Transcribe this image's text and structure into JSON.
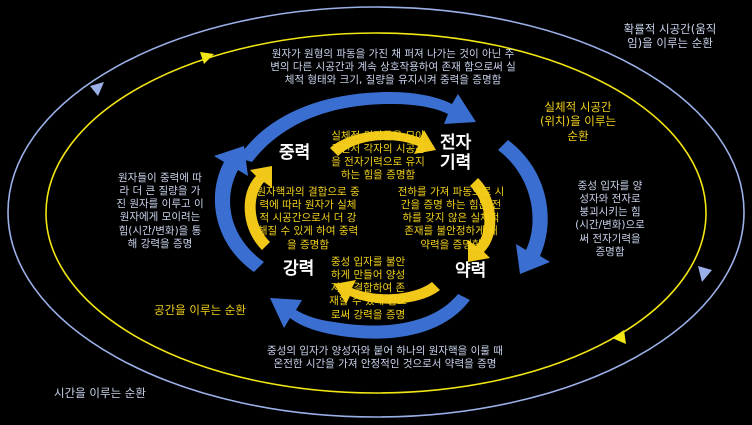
{
  "colors": {
    "background": "#000000",
    "outer_ellipse": "#9bb0e8",
    "inner_ellipse": "#f2e614",
    "arrow_blue": "#3a6fd1",
    "arrow_yellow": "#f2c818",
    "text_blue": "#c9d3ec",
    "text_gold": "#f2d21b"
  },
  "forces": {
    "gravity": "중력",
    "electron": "전자\n기력",
    "strong": "강력",
    "weak": "약력"
  },
  "cycles": {
    "probabilistic": "확률적 시공간(움직\n임)을 이루는 순환",
    "physical": "실체적 시공간\n(위치)을 이루는\n순환",
    "space": "공간을 이루는 순환",
    "time": "시간을 이루는 순환"
  },
  "descriptions": {
    "top": "원자가 원형의 파동을 가진 채 퍼져 나가는 것이 아닌 주\n변의 다른 시공간과 계속 상호작용하여 존재 함으로써 실\n체적 형태와 크기, 질량을 유지시켜 중력을 증명함",
    "left": "원자들이 중력에 따\n라 더 큰 질량을 가\n진 원자를 이루고 이\n원자에게 모이려는\n힘(시간/변화)을 통\n해 강력을 증명",
    "right": "중성 입자를 양\n성자와 전자로\n붕괴시키는 힘\n(시간/변화)으로\n써 전자기력을\n증명함",
    "bottom": "중성의 입자가 양성자와 붙어 하나의 원자핵을 이룰 때\n온전한 시간을 가져 안정적인 것으로서 약력을 증명",
    "inner_top": "실체적 원자들을 모아\n주면서 각자의 시공간\n을 전자기력으로 유지\n하는 힘을 증명함",
    "inner_left": "원자핵과의 결합으로 중\n력에 따라 원자가 실체\n적 시공간으로서 더 강\n해질 수 있게 하여 중력\n을 증명함",
    "inner_right": "전하를 가져 파동으로 시\n간을 증명 하는 힘은 전\n하를 갖지 않은 실체적\n존재를 불안정하게 해\n약력을 증명함",
    "inner_bottom": "중성 입자를 불안\n하게 만들어 양성\n자와 결합하여 존\n재할 수 있게 함으\n로써 강력을 증명"
  }
}
